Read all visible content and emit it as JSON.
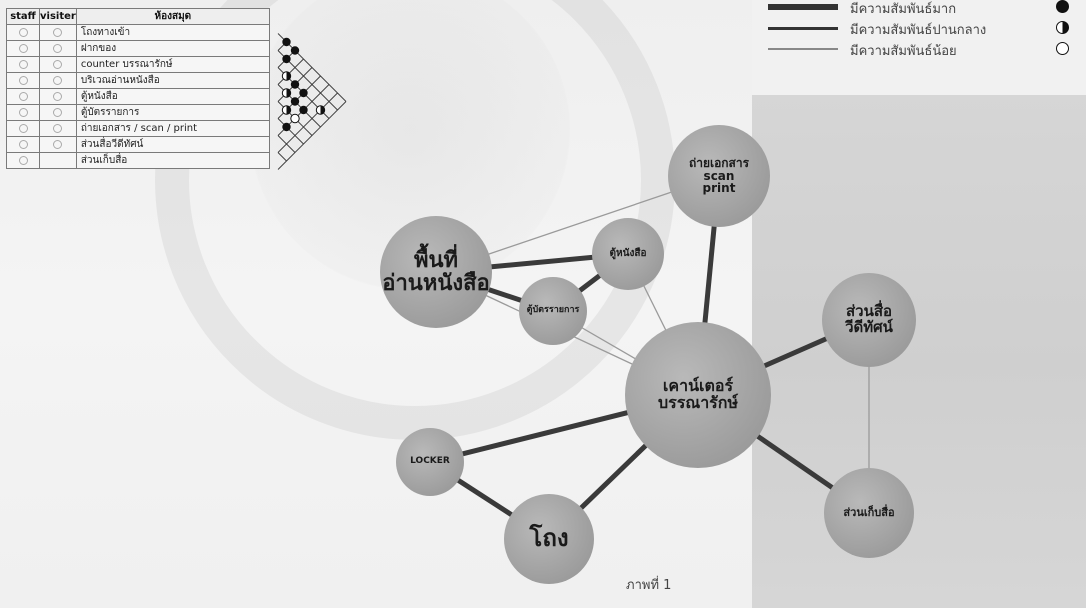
{
  "matrix": {
    "headers": {
      "staff": "staff",
      "visitor": "visiter",
      "room": "ห้องสมุด"
    },
    "rows": [
      {
        "name": "โถงทางเข้า",
        "staff": true,
        "visitor": true
      },
      {
        "name": "ฝากของ",
        "staff": true,
        "visitor": true
      },
      {
        "name": "counter บรรณารักษ์",
        "staff": true,
        "visitor": true
      },
      {
        "name": "บริเวณอ่านหนังสือ",
        "staff": true,
        "visitor": true
      },
      {
        "name": "ตู้หนังสือ",
        "staff": true,
        "visitor": true
      },
      {
        "name": "ตู้บัตรรายการ",
        "staff": true,
        "visitor": true
      },
      {
        "name": "ถ่ายเอกสาร / scan / print",
        "staff": true,
        "visitor": true
      },
      {
        "name": "ส่วนสื่อวีดีทัศน์",
        "staff": true,
        "visitor": true
      },
      {
        "name": "ส่วนเก็บสื่อ",
        "staff": true,
        "visitor": false
      }
    ],
    "relations": [
      {
        "a": 0,
        "b": 1,
        "level": "strong"
      },
      {
        "a": 0,
        "b": 2,
        "level": "strong"
      },
      {
        "a": 1,
        "b": 2,
        "level": "strong"
      },
      {
        "a": 2,
        "b": 3,
        "level": "medium"
      },
      {
        "a": 2,
        "b": 4,
        "level": "strong"
      },
      {
        "a": 3,
        "b": 4,
        "level": "medium"
      },
      {
        "a": 3,
        "b": 5,
        "level": "strong"
      },
      {
        "a": 4,
        "b": 5,
        "level": "medium"
      },
      {
        "a": 2,
        "b": 5,
        "level": "strong"
      },
      {
        "a": 4,
        "b": 6,
        "level": "weak"
      },
      {
        "a": 3,
        "b": 6,
        "level": "strong"
      },
      {
        "a": 5,
        "b": 6,
        "level": "strong"
      },
      {
        "a": 2,
        "b": 7,
        "level": "medium"
      }
    ]
  },
  "legend": [
    {
      "label": "มีความสัมพันธ์มาก",
      "level": "strong"
    },
    {
      "label": "มีความสัมพันธ์ปานกลาง",
      "level": "medium"
    },
    {
      "label": "มีความสัมพันธ์น้อย",
      "level": "weak"
    }
  ],
  "bubbles": {
    "nodes": [
      {
        "id": "reading",
        "label": [
          "พื้นที่",
          "อ่านหนังสือ"
        ]
      },
      {
        "id": "copy",
        "label": [
          "ถ่ายเอกสาร",
          "scan",
          "print"
        ]
      },
      {
        "id": "books",
        "label": [
          "ตู้หนังสือ"
        ]
      },
      {
        "id": "catalog",
        "label": [
          "ตู้บัตรรายการ"
        ]
      },
      {
        "id": "counter",
        "label": [
          "เคาน์เตอร์",
          "บรรณารักษ์"
        ]
      },
      {
        "id": "av",
        "label": [
          "ส่วนสื่อ",
          "วีดีทัศน์"
        ]
      },
      {
        "id": "storage",
        "label": [
          "ส่วนเก็บสื่อ"
        ]
      },
      {
        "id": "locker",
        "label": [
          "LOCKER"
        ]
      },
      {
        "id": "lobby",
        "label": [
          "โถง"
        ]
      }
    ],
    "links": [
      {
        "a": "reading",
        "b": "copy",
        "level": "weak"
      },
      {
        "a": "reading",
        "b": "books",
        "level": "strong"
      },
      {
        "a": "reading",
        "b": "catalog",
        "level": "strong"
      },
      {
        "a": "reading",
        "b": "counter",
        "level": "weak"
      },
      {
        "a": "books",
        "b": "catalog",
        "level": "strong"
      },
      {
        "a": "books",
        "b": "counter",
        "level": "weak"
      },
      {
        "a": "copy",
        "b": "counter",
        "level": "strong"
      },
      {
        "a": "catalog",
        "b": "counter",
        "level": "weak"
      },
      {
        "a": "counter",
        "b": "av",
        "level": "strong"
      },
      {
        "a": "counter",
        "b": "storage",
        "level": "strong"
      },
      {
        "a": "av",
        "b": "storage",
        "level": "weak"
      },
      {
        "a": "counter",
        "b": "locker",
        "level": "strong"
      },
      {
        "a": "counter",
        "b": "lobby",
        "level": "strong"
      },
      {
        "a": "locker",
        "b": "lobby",
        "level": "strong"
      }
    ]
  },
  "caption": "ภาพที่ 1",
  "colors": {
    "bubble": "#9b9b9b",
    "bubble_light": "#b9b9b9",
    "strong_line": "#3a3a3a",
    "weak_line": "#9a9a9a",
    "dot_fill": "#111111"
  }
}
